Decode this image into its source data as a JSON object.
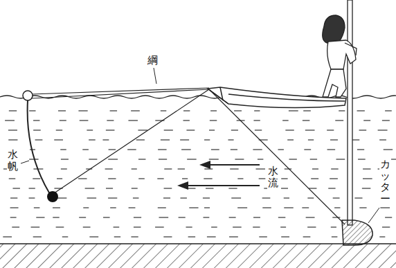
{
  "diagram": {
    "labels": [
      "綱",
      "水帆",
      "水流",
      "カッター"
    ]
  }
}
